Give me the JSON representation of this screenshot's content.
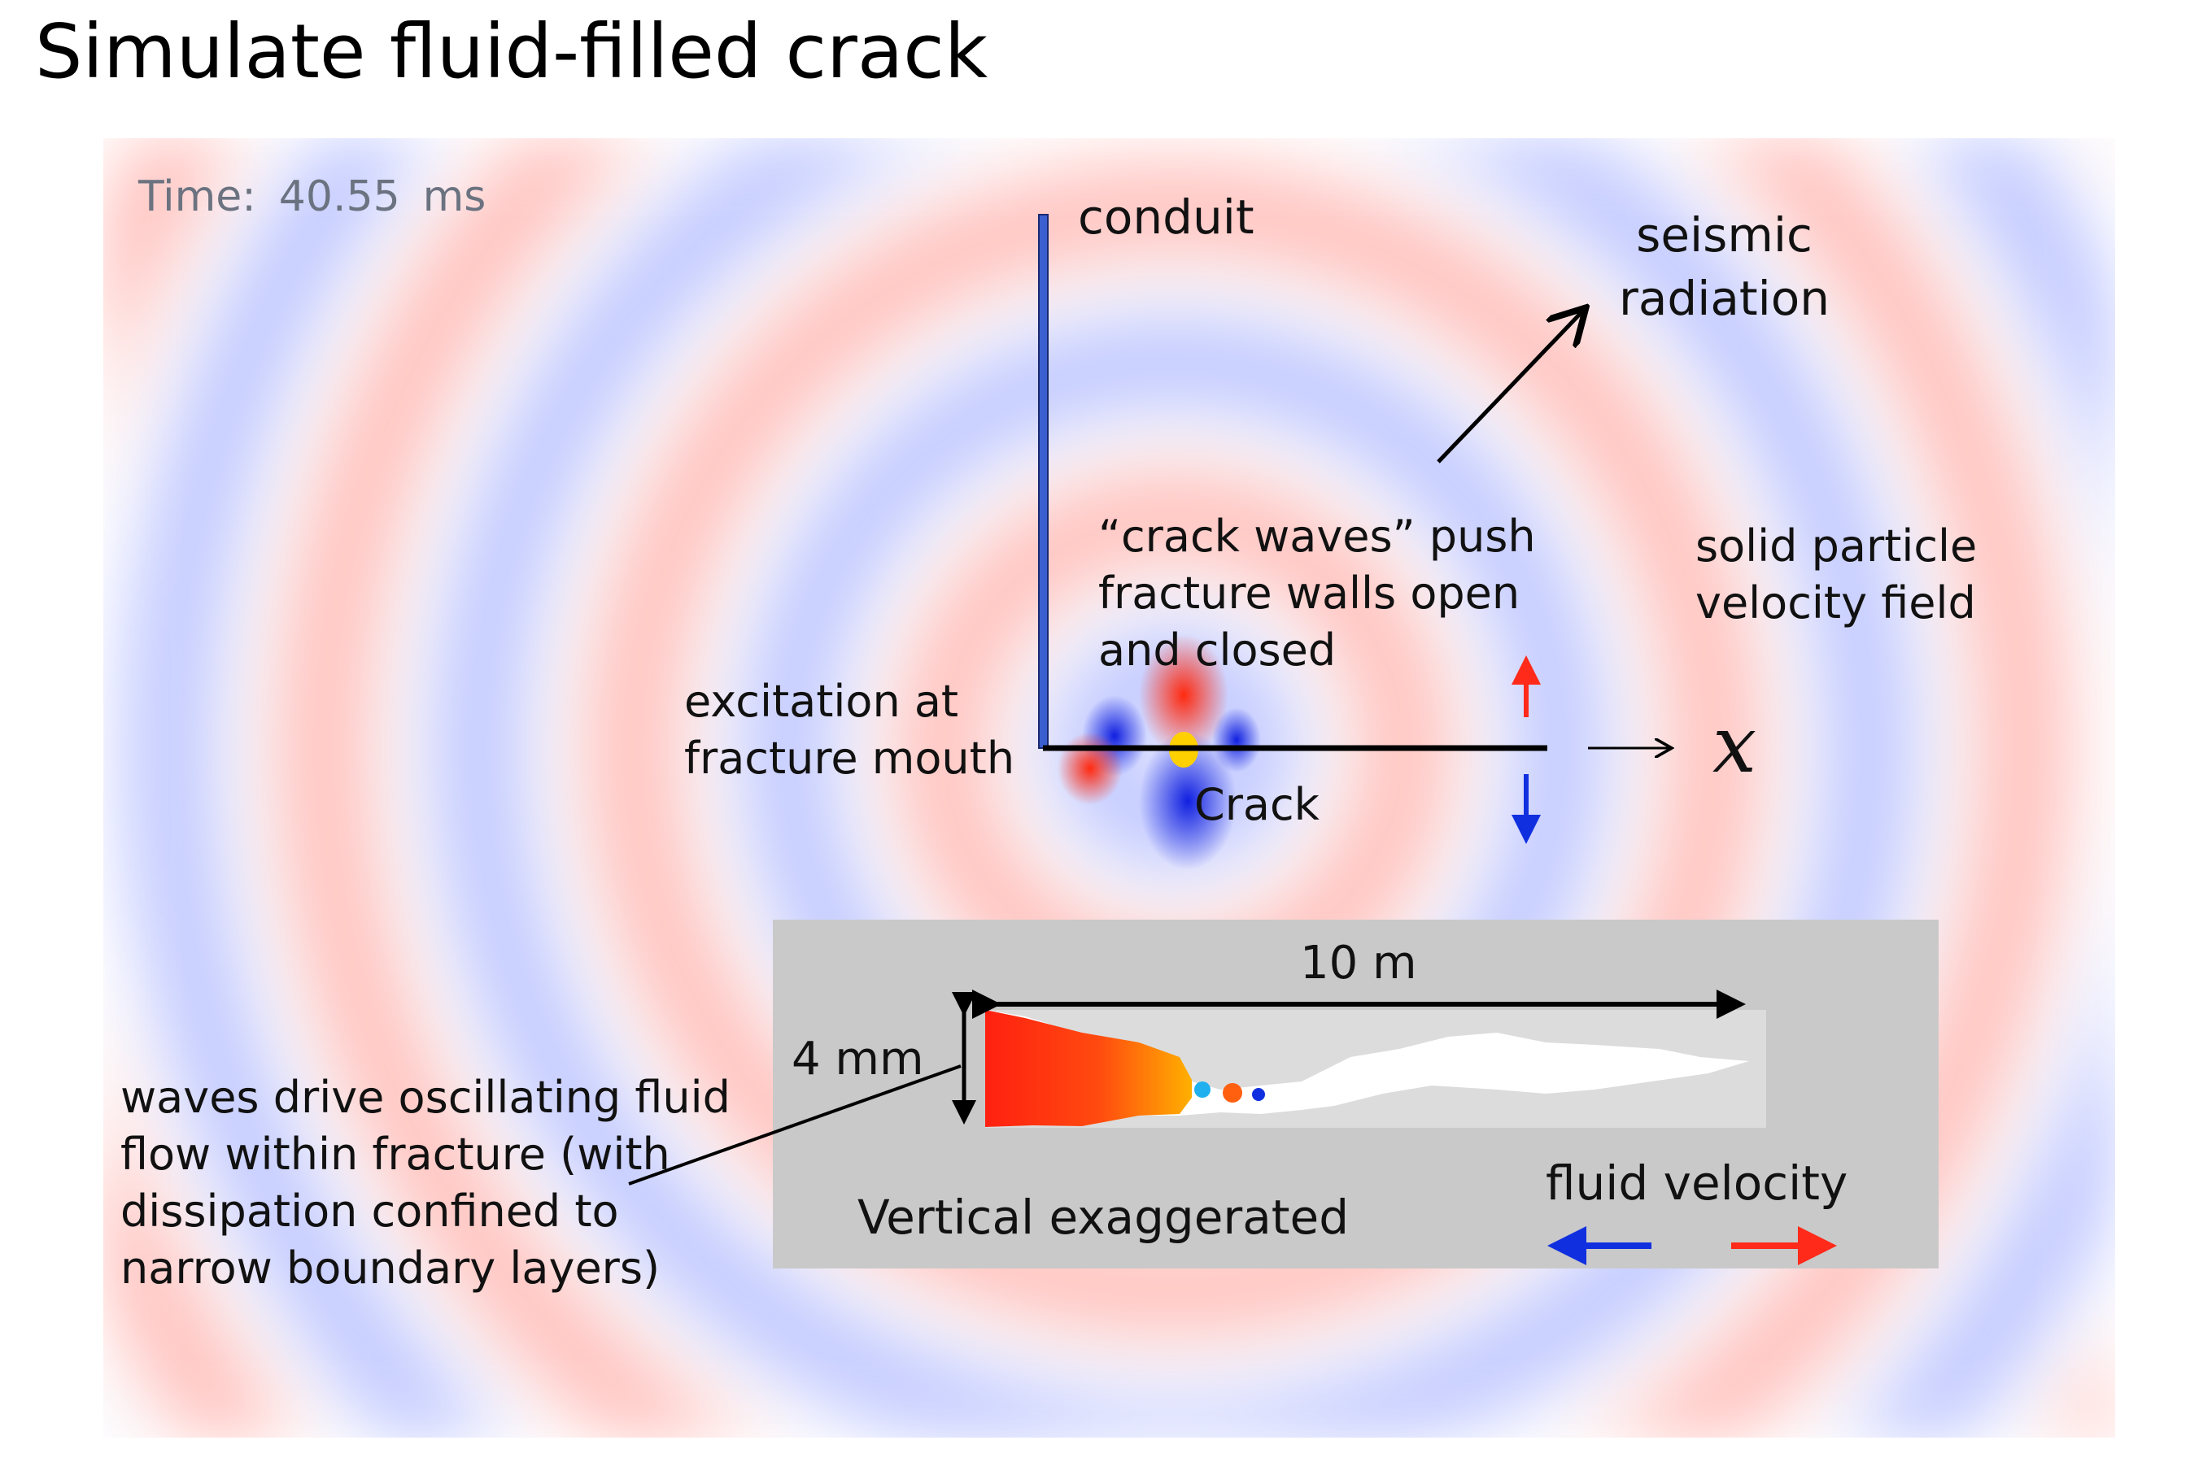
{
  "title": "Simulate fluid-filled crack",
  "time": {
    "label": "Time:",
    "value": "40.55",
    "unit": "ms"
  },
  "labels": {
    "conduit": "conduit",
    "seismic_radiation": [
      "seismic",
      "radiation"
    ],
    "crack_waves": [
      "“crack waves” push",
      "fracture walls open",
      "and closed"
    ],
    "solid_particle": [
      "solid particle",
      "velocity field"
    ],
    "excitation": [
      "excitation at",
      "fracture mouth"
    ],
    "crack": "Crack",
    "x_axis": "x",
    "waves_drive": [
      "waves drive oscillating fluid",
      "flow within fracture (with",
      "dissipation confined to",
      "narrow boundary layers)"
    ]
  },
  "inset": {
    "length": "10 m",
    "width": "4 mm",
    "note": "Vertical exaggerated",
    "legend": "fluid velocity"
  },
  "colors": {
    "red": "#ff2a1a",
    "blue": "#1030e0",
    "inset_bg": "#c9c9c9"
  }
}
